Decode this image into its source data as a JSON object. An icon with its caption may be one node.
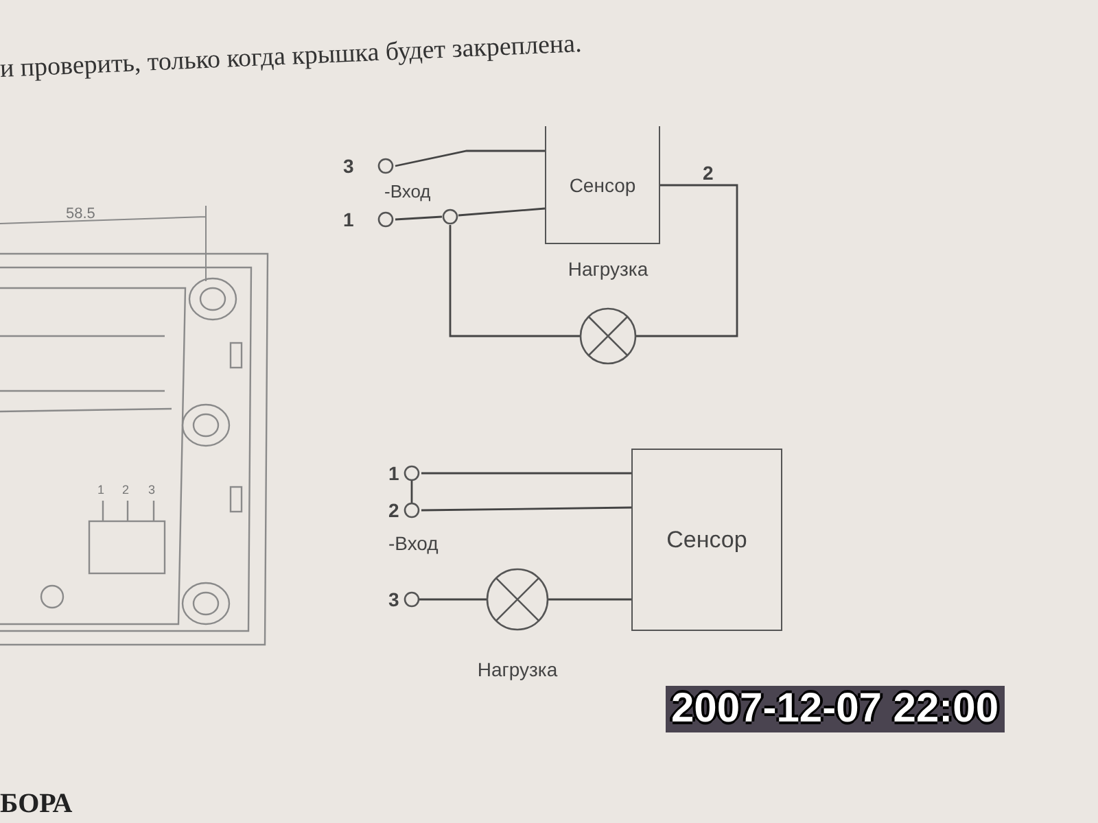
{
  "diagram": {
    "nodes": [
      {
        "text": [
          "Сенсор"
        ]
      },
      {
        "text": [
          "3"
        ]
      },
      {
        "text": [
          "1"
        ]
      },
      {
        "text": [],
        "shape": "circle"
      },
      {
        "text": [
          "Нагрузка"
        ]
      },
      {
        "text": [
          "Сенсор"
        ]
      },
      {
        "text": [
          "1"
        ]
      },
      {
        "text": [
          "2"
        ]
      },
      {
        "text": [
          "3"
        ]
      },
      {
        "text": [
          "Нагрузка"
        ]
      }
    ],
    "edges": [
      {
        "from": 1,
        "to": 0,
        "arrow": "none"
      },
      {
        "from": 2,
        "to": 3,
        "arrow": "none"
      },
      {
        "from": 3,
        "to": 0,
        "arrow": "none"
      },
      {
        "from": 3,
        "to": 4,
        "arrow": "none"
      },
      {
        "from": 4,
        "to": 0,
        "arrow": "none",
        "label": "2"
      },
      {
        "from": 6,
        "to": 5,
        "arrow": "none"
      },
      {
        "from": 7,
        "to": 5,
        "arrow": "none"
      },
      {
        "from": 6,
        "to": 7,
        "arrow": "none"
      },
      {
        "from": 8,
        "to": 9,
        "arrow": "none"
      },
      {
        "from": 9,
        "to": 5,
        "arrow": "none"
      }
    ],
    "labels": [
      "и проверить, только когда крышка будет закреплена.",
      "-Вход",
      "58.5",
      "1",
      "2",
      "3",
      "-Вход",
      "БОРА",
      "2007-12-07 22:00"
    ]
  }
}
